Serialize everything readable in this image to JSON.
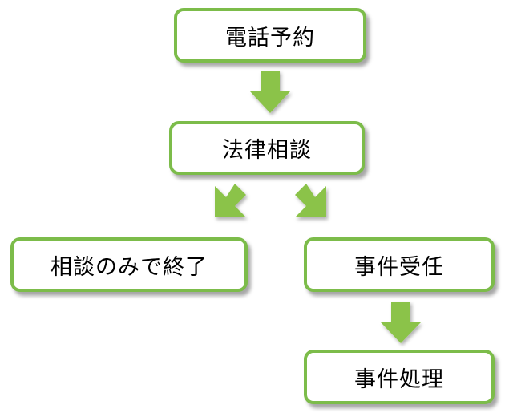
{
  "diagram": {
    "nodes": {
      "phone_reservation": "電話予約",
      "legal_consultation": "法律相談",
      "consultation_only": "相談のみで終了",
      "case_acceptance": "事件受任",
      "case_handling": "事件処理"
    },
    "edges": [
      {
        "from": "phone_reservation",
        "to": "legal_consultation"
      },
      {
        "from": "legal_consultation",
        "to": "consultation_only"
      },
      {
        "from": "legal_consultation",
        "to": "case_acceptance"
      },
      {
        "from": "case_acceptance",
        "to": "case_handling"
      }
    ],
    "colors": {
      "border": "#7cbc4a",
      "arrow": "#8bc34a"
    }
  }
}
